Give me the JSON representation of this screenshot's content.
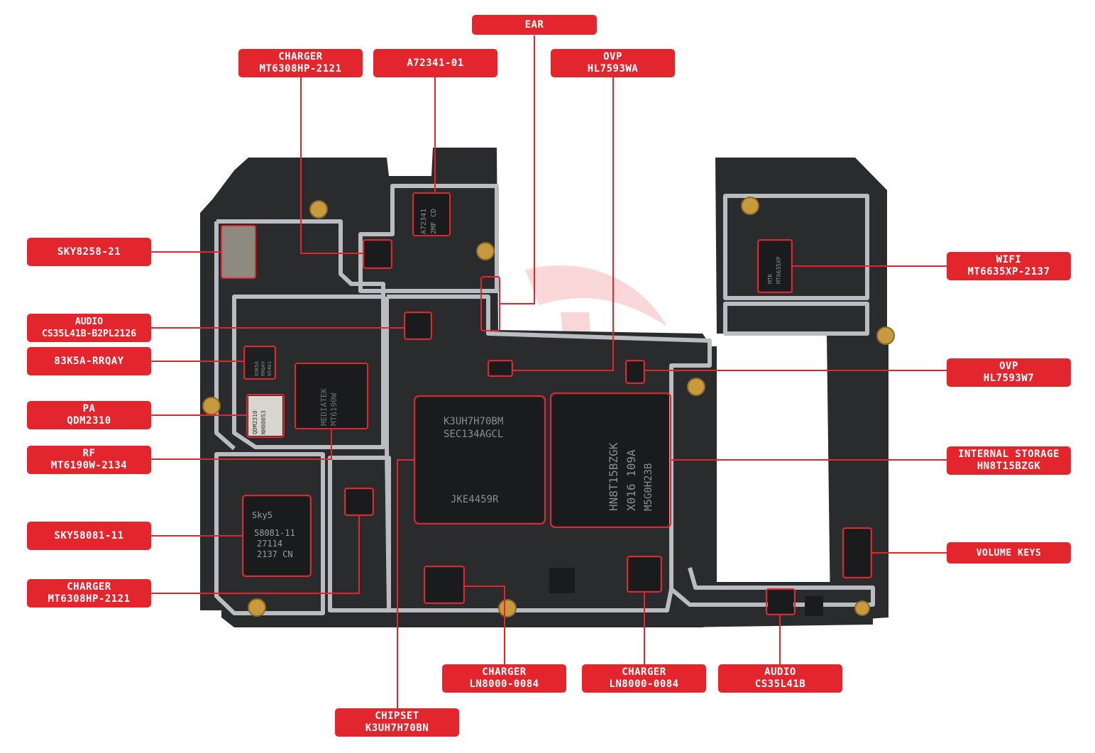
{
  "colors": {
    "callout_bg": "#e3262d",
    "callout_text": "#ffffff",
    "leader_line": "#e3262d",
    "pcb": "#2a2b2d",
    "shield": "#b9bcc0"
  },
  "callouts": [
    {
      "id": "ear",
      "line1": "EAR",
      "line2": ""
    },
    {
      "id": "charger_top",
      "line1": "CHARGER",
      "line2": "MT6308HP-2121"
    },
    {
      "id": "a72341",
      "line1": "A72341-01",
      "line2": ""
    },
    {
      "id": "ovp_top",
      "line1": "OVP",
      "line2": "HL7593WA"
    },
    {
      "id": "sky8258",
      "line1": "SKY8258-21",
      "line2": ""
    },
    {
      "id": "wifi",
      "line1": "WIFI",
      "line2": "MT6635XP-2137"
    },
    {
      "id": "audio_left",
      "line1": "AUDIO",
      "line2": "CS35L41B-B2PL2126"
    },
    {
      "id": "k5a",
      "line1": "83K5A-RRQAY",
      "line2": ""
    },
    {
      "id": "ovp_right",
      "line1": "OVP",
      "line2": "HL7593W7"
    },
    {
      "id": "pa",
      "line1": "PA",
      "line2": "QDM2310"
    },
    {
      "id": "rf",
      "line1": "RF",
      "line2": "MT6190W-2134"
    },
    {
      "id": "storage",
      "line1": "INTERNAL STORAGE",
      "line2": "HN8T15BZGK"
    },
    {
      "id": "sky58081",
      "line1": "SKY58081-11",
      "line2": ""
    },
    {
      "id": "volume",
      "line1": "VOLUME KEYS",
      "line2": ""
    },
    {
      "id": "charger_left",
      "line1": "CHARGER",
      "line2": "MT6308HP-2121"
    },
    {
      "id": "ln8000_a",
      "line1": "CHARGER",
      "line2": "LN8000-0084"
    },
    {
      "id": "ln8000_b",
      "line1": "CHARGER",
      "line2": "LN8000-0084"
    },
    {
      "id": "audio_bottom",
      "line1": "AUDIO",
      "line2": "CS35L41B"
    },
    {
      "id": "chipset",
      "line1": "CHIPSET",
      "line2": "K3UH7H70BN"
    }
  ],
  "chip_markings": {
    "chipset": [
      "K3UH7H70BM",
      "SEC134AGCL",
      "JKE4459R"
    ],
    "storage": [
      "HN8T15BZGK",
      "X016 109A",
      "M5G0H23B"
    ],
    "sky58081": [
      "Sky5",
      "58081-11",
      "27114",
      "2137 CN"
    ],
    "rf_chip": [
      "MEDIATEK",
      "MT6190W"
    ],
    "a72341_chip": [
      "A72341",
      "2MF CD"
    ],
    "k5a_chip": [
      "83K5A",
      "RRQAY",
      "05461"
    ],
    "pa_chip": [
      "QDM2310",
      "NH08053"
    ],
    "wifi_chip": [
      "MTK",
      "MT6635XP"
    ]
  }
}
